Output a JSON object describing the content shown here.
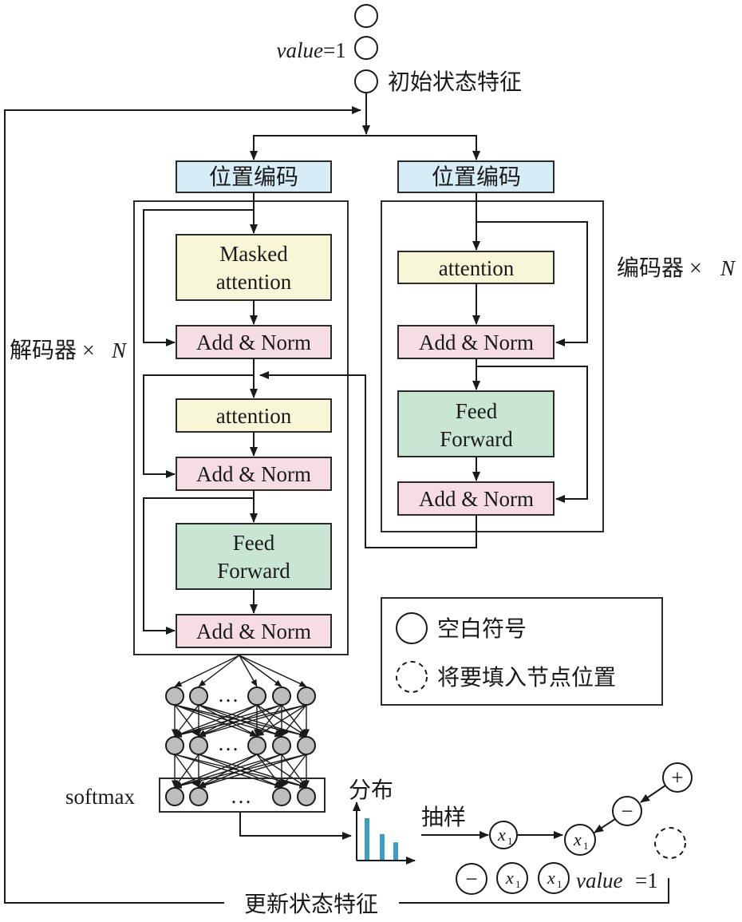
{
  "top": {
    "value_label_var": "value",
    "value_label_eq": "=1",
    "initial_state_label": "初始状态特征"
  },
  "decoder": {
    "pos_enc_label": "位置编码",
    "masked_attention_line1": "Masked",
    "masked_attention_line2": "attention",
    "add_norm_label": "Add & Norm",
    "attention_label": "attention",
    "feed_line1": "Feed",
    "feed_line2": "Forward",
    "stack_label": "解码器 ×",
    "stack_label_n": "N"
  },
  "encoder": {
    "pos_enc_label": "位置编码",
    "attention_label": "attention",
    "add_norm_label": "Add & Norm",
    "feed_line1": "Feed",
    "feed_line2": "Forward",
    "stack_label": "编码器 ×",
    "stack_label_n": "N"
  },
  "legend": {
    "blank_symbol_label": "空白符号",
    "fill_position_label": "将要填入节点位置"
  },
  "mlp": {
    "ellipsis": "…",
    "softmax_label": "softmax"
  },
  "output": {
    "distribution_label": "分布",
    "sampling_label": "抽样",
    "x_var": "x",
    "x_sub": "1",
    "plus_symbol": "+",
    "minus_symbol": "−",
    "value_var": "value",
    "value_eq": "=1",
    "update_label": "更新状态特征"
  },
  "colors": {
    "pos_enc": "#d6ecf7",
    "attention": "#f7f6d7",
    "add_norm": "#f6dde3",
    "feed_forward": "#c8e6d3",
    "bars": "#3b9ec6",
    "nodes": "#bdbdbd"
  },
  "histogram": [
    1.0,
    0.62,
    0.42
  ]
}
